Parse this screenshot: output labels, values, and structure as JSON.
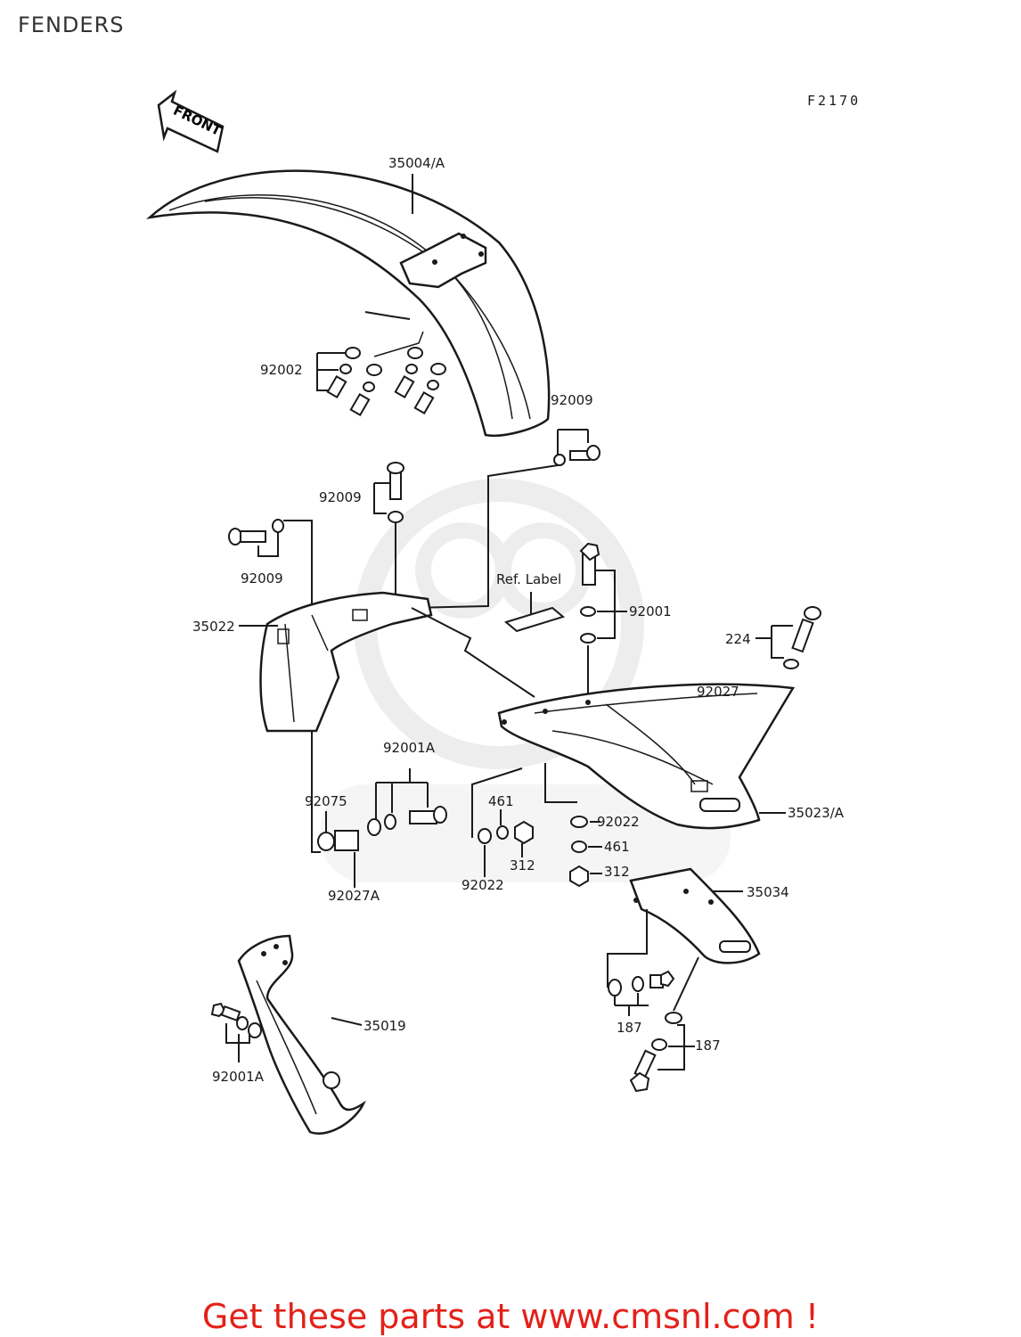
{
  "title": "FENDERS",
  "figure_code": "F2170",
  "front_arrow": "FRONT",
  "ref_label": "Ref. Label",
  "callouts": {
    "c35004A": "35004/A",
    "c92002": "92002",
    "c92009a": "92009",
    "c92009b": "92009",
    "c92009c": "92009",
    "c35022": "35022",
    "c92001": "92001",
    "c224": "224",
    "c92027": "92027",
    "c92001Aa": "92001A",
    "c92075": "92075",
    "c92027A": "92027A",
    "c461a": "461",
    "c312a": "312",
    "c92022a": "92022",
    "c92022b": "92022",
    "c461b": "461",
    "c312b": "312",
    "c35023A": "35023/A",
    "c35034": "35034",
    "c187a": "187",
    "c187b": "187",
    "c35019": "35019",
    "c92001Ab": "92001A"
  },
  "footer": "Get these parts at www.cmsnl.com !",
  "colors": {
    "footer": "#e32119",
    "line": "#1a1a1a",
    "watermark": "#e6e6e6"
  }
}
